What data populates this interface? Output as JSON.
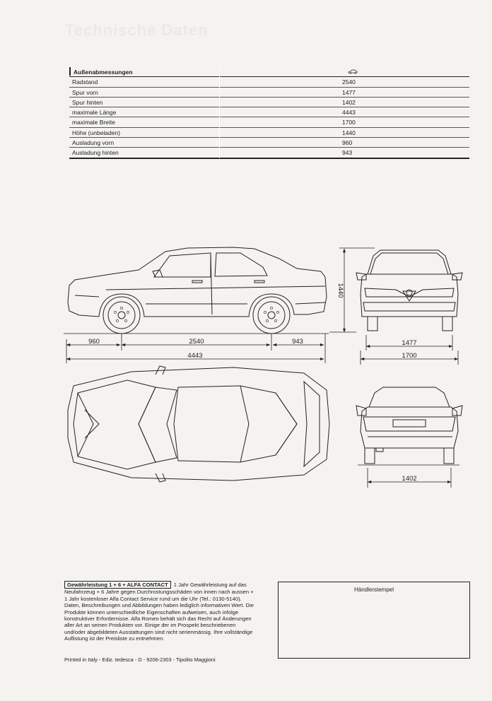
{
  "heading_faded": "Technische Daten",
  "spec_table": {
    "header": "Außenabmessungen",
    "header_icon": "car-silhouette-icon",
    "rows": [
      {
        "label": "Radstand",
        "value": "2540"
      },
      {
        "label": "Spur vorn",
        "value": "1477"
      },
      {
        "label": "Spur hinten",
        "value": "1402"
      },
      {
        "label": "maximale Länge",
        "value": "4443"
      },
      {
        "label": "maximale Breite",
        "value": "1700"
      },
      {
        "label": "Höhe (unbeladen)",
        "value": "1440"
      },
      {
        "label": "Ausladung vorn",
        "value": "960"
      },
      {
        "label": "Ausladung hinten",
        "value": "943"
      }
    ]
  },
  "drawing_dimensions": {
    "front_overhang": "960",
    "wheelbase": "2540",
    "rear_overhang": "943",
    "length": "4443",
    "height": "1440",
    "track_front": "1477",
    "width": "1700",
    "track_rear": "1402"
  },
  "warranty": {
    "title": "Gewährleistung 1 + 6 + ALFA CONTACT",
    "body": "1 Jahr Gewährleistung auf das Neufahrzeug + 6 Jahre gegen Durchrostungsschäden von innen nach aussen + 1 Jahr kostenloser Alfa Contact Service rund um die Uhr (Tel.: 0130-5140).",
    "disclaimer": "Daten, Beschreibungen und Abbildungen haben lediglich informativen Wert. Die Produkte können unterschiedliche Eigenschaften aufweisen, auch infolge konstruktiver Erfordernisse. Alfa Romeo behält sich das Recht auf Änderungen aller Art an seinen Produkten vor. Einige der im Prospekt beschriebenen und/oder abgebildeten Ausstattungen sind nicht serienmässig. Ihre vollständige Auflistung ist der Preisliste zu entnehmen."
  },
  "print_line": "Printed in Italy - Ediz. tedesca - D - 9206-2303  - Tipolito Maggioni",
  "dealer_stamp_label": "Händlerstempel"
}
